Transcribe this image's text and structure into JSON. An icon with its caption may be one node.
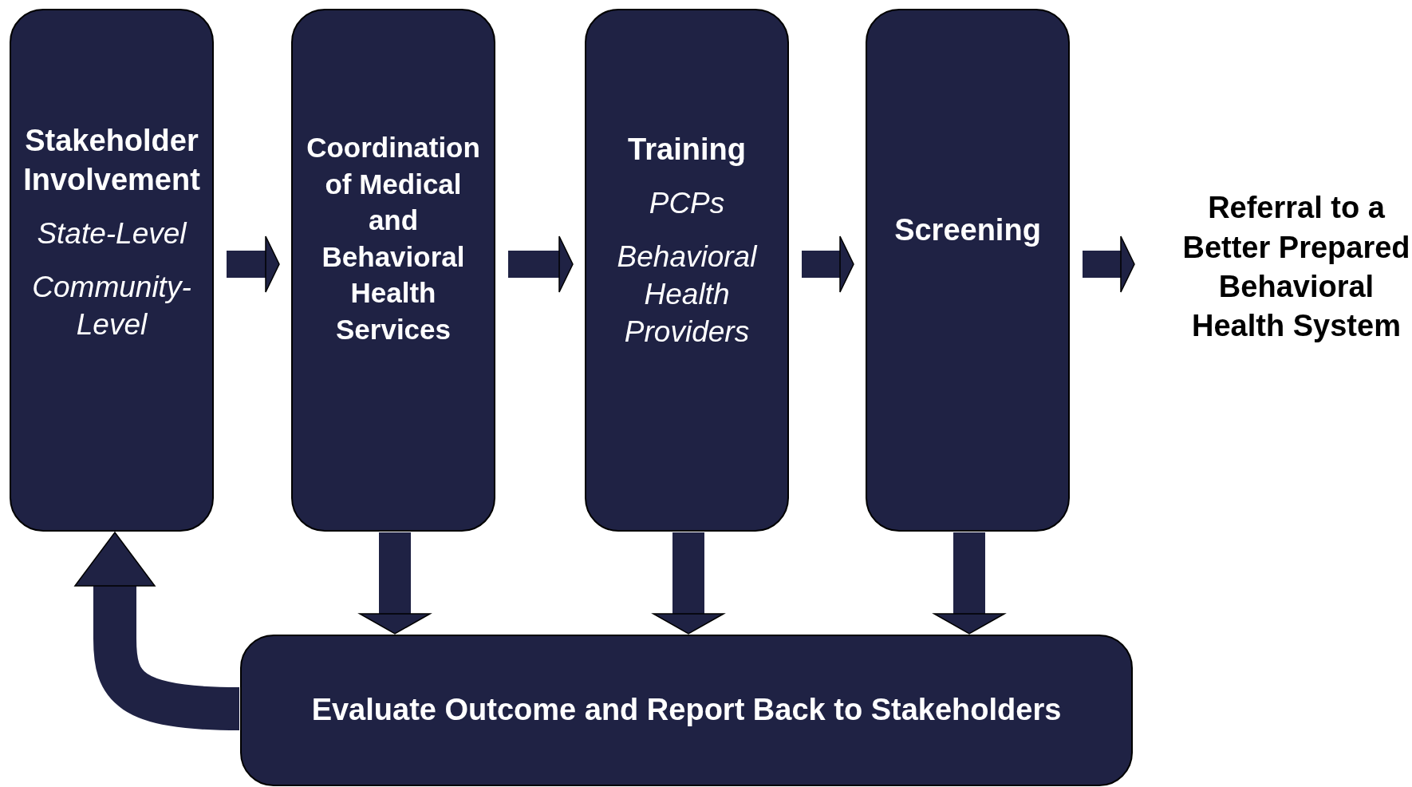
{
  "diagram": {
    "nodes": [
      {
        "text": [
          "Stakeholder Involvement",
          "State-Level",
          "Community-Level"
        ]
      },
      {
        "text": [
          "Coordination of Medical and Behavioral Health Services"
        ]
      },
      {
        "text": [
          "Training",
          "PCPs",
          "Behavioral Health Providers"
        ]
      },
      {
        "text": [
          "Screening"
        ]
      },
      {
        "text": [
          "Referral to a Better Prepared Behavioral Health System"
        ]
      },
      {
        "text": [
          "Evaluate Outcome and Report Back to Stakeholders"
        ]
      }
    ],
    "edges": [
      {
        "from": 0,
        "to": 1,
        "arrow": "to"
      },
      {
        "from": 1,
        "to": 2,
        "arrow": "to"
      },
      {
        "from": 2,
        "to": 3,
        "arrow": "to"
      },
      {
        "from": 3,
        "to": 4,
        "arrow": "to"
      },
      {
        "from": 1,
        "to": 5,
        "arrow": "to"
      },
      {
        "from": 2,
        "to": 5,
        "arrow": "to"
      },
      {
        "from": 3,
        "to": 5,
        "arrow": "to"
      },
      {
        "from": 5,
        "to": 0,
        "arrow": "to"
      }
    ]
  }
}
